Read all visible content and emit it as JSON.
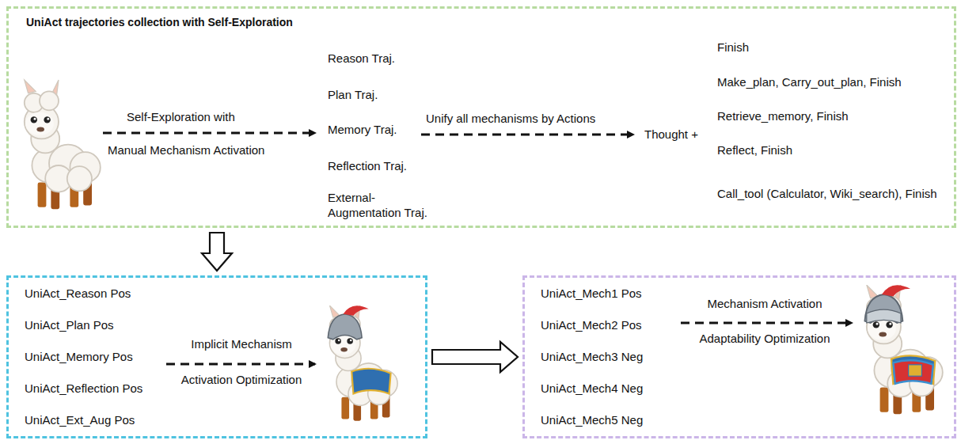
{
  "diagram": {
    "nodes": [
      {
        "text": [
          "UniAct trajectories collection with Self-Exploration"
        ]
      },
      {
        "text": [
          "UniAct_Reason Pos",
          "UniAct_Plan Pos",
          "UniAct_Memory Pos",
          "UniAct_Reflection Pos",
          "UniAct_Ext_Aug Pos"
        ]
      },
      {
        "text": [
          "UniAct_Mech1 Pos",
          "UniAct_Mech2 Pos",
          "UniAct_Mech3 Neg",
          "UniAct_Mech4 Neg",
          "UniAct_Mech5 Neg"
        ]
      }
    ],
    "edges": [
      {
        "from": 0,
        "to": 1,
        "arrow": "to"
      },
      {
        "from": 1,
        "to": 2,
        "arrow": "to"
      }
    ],
    "labels": [
      "Self-Exploration with",
      "Manual Mechanism Activation",
      "Reason Traj.",
      "Plan Traj.",
      "Memory Traj.",
      "Reflection Traj.",
      "External- Augmentation Traj.",
      "Unify all mechanisms by Actions",
      "Thought +",
      "Finish",
      "Make_plan, Carry_out_plan, Finish",
      "Retrieve_memory, Finish",
      "Reflect, Finish",
      "Call_tool (Calculator, Wiki_search), Finish",
      "Implicit Mechanism",
      "Activation Optimization",
      "Mechanism Activation",
      "Adaptability Optimization"
    ]
  }
}
